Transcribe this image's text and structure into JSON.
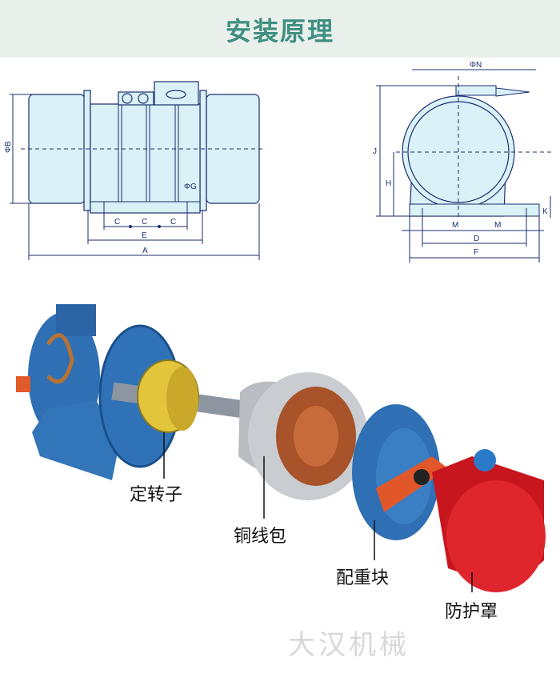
{
  "title": "安装原理",
  "front_view": {
    "dims": [
      "ΦB",
      "C",
      "C",
      "C",
      "E",
      "A",
      "ΦG"
    ]
  },
  "side_view": {
    "dims": [
      "ΦN",
      "J",
      "H",
      "K",
      "M",
      "M",
      "D",
      "F"
    ]
  },
  "components": [
    {
      "label": "定转子"
    },
    {
      "label": "铜线包"
    },
    {
      "label": "配重块"
    },
    {
      "label": "防护罩"
    }
  ],
  "watermark": "大汉机械",
  "colors": {
    "accent": "#3f8f80",
    "diagram_fill": "#d9f1f7",
    "diagram_line": "#1a2e6e",
    "motor_blue": "#2f6fb3",
    "cover_red": "#d81f26"
  }
}
